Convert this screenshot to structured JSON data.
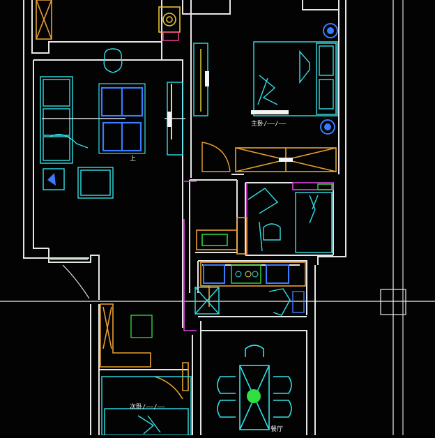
{
  "screen": {
    "app": "CAD floor plan viewer",
    "background_color": "#030303",
    "layer_colors": {
      "walls": "#e8e8e8",
      "furniture_cyan": "#33e0e6",
      "doors_orange": "#e8a030",
      "highlight_blue": "#3a7bff",
      "magenta": "#e040e0",
      "green": "#30d040",
      "yellow": "#e8e040"
    }
  },
  "labels": {
    "master_bedroom": "主卧/——/——",
    "dining": "餐厅",
    "bottom_room": "次卧/——/——",
    "living_mark": "上"
  },
  "crosshair": {
    "visible": true,
    "pickbox": true
  }
}
